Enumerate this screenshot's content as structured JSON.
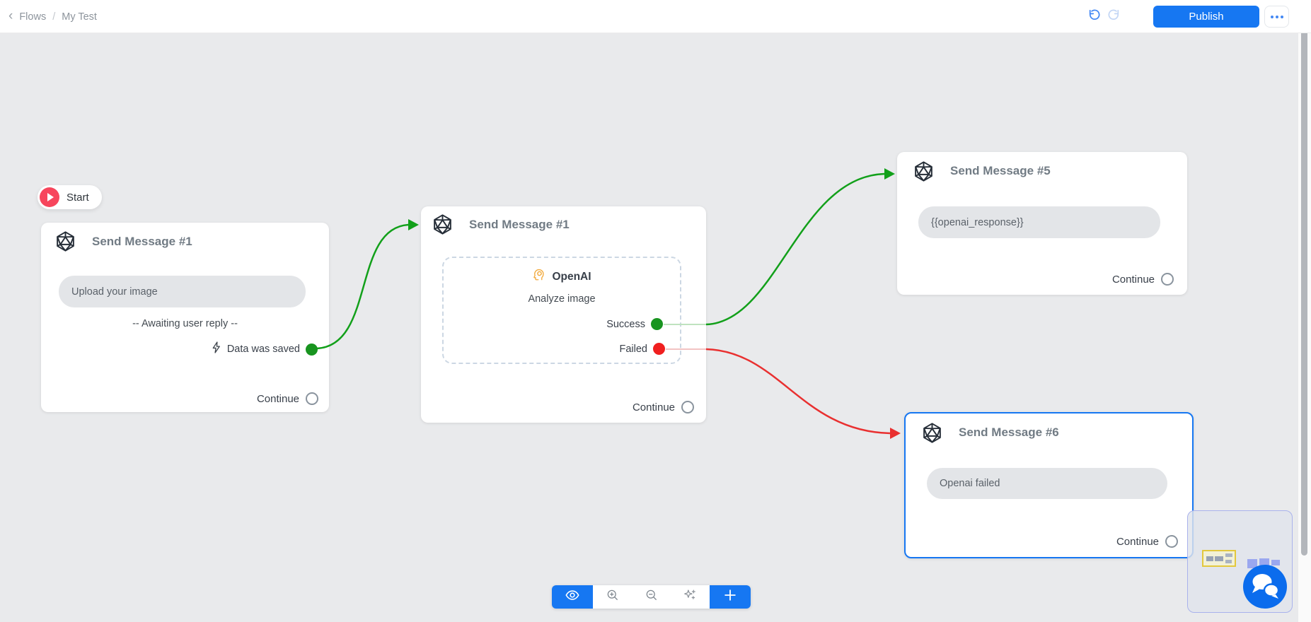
{
  "topbar": {
    "back": "‹",
    "breadcrumb_root": "Flows",
    "breadcrumb_sep": "/",
    "breadcrumb_current": "My Test",
    "publish": "Publish"
  },
  "canvas": {
    "start_label": "Start",
    "nodes": {
      "msg1": {
        "title": "Send Message #1",
        "bubble": "Upload your image",
        "awaiting": "-- Awaiting user reply --",
        "data_saved": "Data was saved",
        "continue_label": "Continue"
      },
      "msg2": {
        "title": "Send Message #1",
        "openai_label": "OpenAI",
        "openai_action": "Analyze image",
        "success_label": "Success",
        "failed_label": "Failed",
        "continue_label": "Continue"
      },
      "msg5": {
        "title": "Send Message #5",
        "bubble": "{{openai_response}}",
        "continue_label": "Continue"
      },
      "msg6": {
        "title": "Send Message #6",
        "bubble": "Openai failed",
        "continue_label": "Continue"
      }
    }
  },
  "colors": {
    "accent_blue": "#1677f2",
    "selected_border": "#1677f2",
    "success_green": "#18941f",
    "green_line": "#12a01a",
    "fail_red": "#f01f1f",
    "red_line": "#e93030",
    "start_red": "#f7455c",
    "openai_orange": "#f2a93b",
    "canvas_bg": "#e9eaec"
  },
  "icons": {
    "back": "chevron-left",
    "undo": "undo-arrow",
    "redo": "redo-arrow",
    "more": "ellipsis-dots",
    "node": "d20-dice",
    "play": "play-triangle",
    "lightning": "lightning-bolt",
    "openai": "head-with-brain",
    "eye": "eye",
    "zoom_in": "magnifier-plus",
    "zoom_out": "magnifier-minus",
    "ai": "sparkles",
    "add": "plus",
    "chat": "chat-bubbles"
  }
}
